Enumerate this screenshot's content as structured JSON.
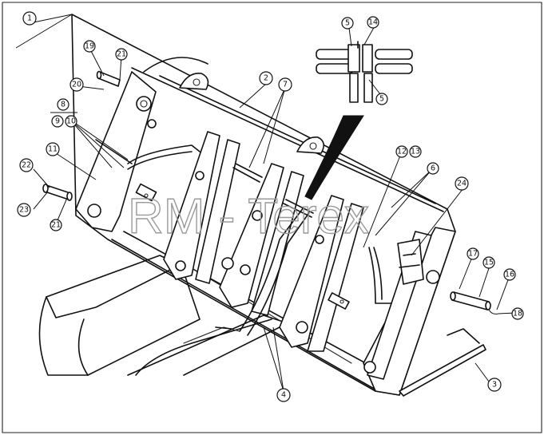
{
  "watermark": "RM - Terex",
  "callouts": [
    {
      "id": "c1",
      "label": "1"
    },
    {
      "id": "c2",
      "label": "2"
    },
    {
      "id": "c3",
      "label": "3"
    },
    {
      "id": "c4",
      "label": "4"
    },
    {
      "id": "c5a",
      "label": "5"
    },
    {
      "id": "c5b",
      "label": "5"
    },
    {
      "id": "c6",
      "label": "6"
    },
    {
      "id": "c7",
      "label": "7"
    },
    {
      "id": "c8",
      "label": "8"
    },
    {
      "id": "c9",
      "label": "9"
    },
    {
      "id": "c10",
      "label": "10"
    },
    {
      "id": "c11",
      "label": "11"
    },
    {
      "id": "c12",
      "label": "12"
    },
    {
      "id": "c13",
      "label": "13"
    },
    {
      "id": "c14",
      "label": "14"
    },
    {
      "id": "c15",
      "label": "15"
    },
    {
      "id": "c16",
      "label": "16"
    },
    {
      "id": "c17",
      "label": "17"
    },
    {
      "id": "c18",
      "label": "18"
    },
    {
      "id": "c19",
      "label": "19"
    },
    {
      "id": "c20",
      "label": "20"
    },
    {
      "id": "c21a",
      "label": "21"
    },
    {
      "id": "c21b",
      "label": "21"
    },
    {
      "id": "c22",
      "label": "22"
    },
    {
      "id": "c23",
      "label": "23"
    },
    {
      "id": "c24",
      "label": "24"
    }
  ]
}
